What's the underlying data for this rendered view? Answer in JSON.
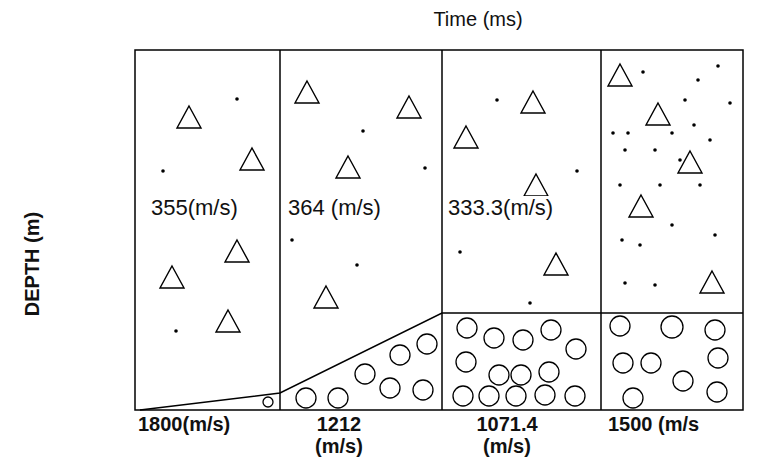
{
  "diagram": {
    "labels": [
      "Time (ms)",
      "DEPTH (m)",
      "355(m/s)",
      "364 (m/s)",
      "333.3(m/s)",
      "1800(m/s)",
      "1212 (m/s)",
      "1071.4 (m/s)",
      "1500 (m/s"
    ]
  }
}
